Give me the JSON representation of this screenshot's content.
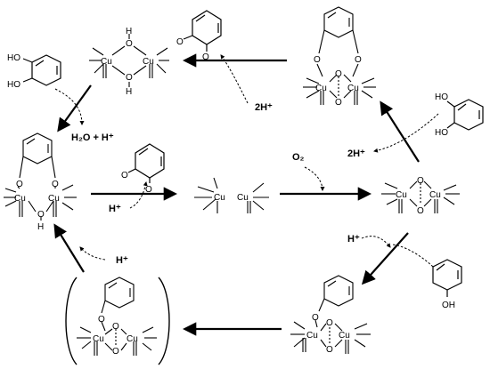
{
  "scheme": {
    "catalyst": {
      "cu_left": "Cu",
      "cu_right": "Cu"
    },
    "peroxo": {
      "cu_left": "Cu",
      "cu_right": "Cu",
      "o_top": "O",
      "o_bottom": "O"
    },
    "dihydroxo": {
      "cu_left": "Cu",
      "cu_right": "Cu",
      "o_top": "O",
      "o_bottom": "O",
      "h_top": "H",
      "h_bottom": "H"
    },
    "catecholate_peroxo": {
      "cu_left": "Cu",
      "cu_right": "Cu",
      "o_top": "O",
      "o_bottom": "O",
      "o_left": "O",
      "o_right": "O"
    },
    "catecholate_hydroxo": {
      "cu_left": "Cu",
      "cu_right": "Cu",
      "o_left": "O",
      "o_right": "O",
      "o_bridge": "O",
      "h_bridge": "H"
    },
    "phenolate_peroxo": {
      "cu_left": "Cu",
      "cu_right": "Cu",
      "o_top": "O",
      "o_bottom": "O",
      "o_phenol": "O"
    },
    "bracket_intermediate": {
      "cu_left": "Cu",
      "cu_right": "Cu",
      "o_top": "O",
      "o_bottom": "O",
      "o_phenyl": "O"
    },
    "quinone_top": {
      "o1": "O",
      "o2": "O"
    },
    "quinone_mid": {
      "o1": "O",
      "o2": "O"
    },
    "catechol_left": {
      "oh1": "HO",
      "oh2": "HO"
    },
    "catechol_right": {
      "oh1": "HO",
      "oh2": "HO"
    },
    "phenol": {
      "oh": "OH"
    },
    "labels": {
      "two_h_top": "2H⁺",
      "two_h_right": "2H⁺",
      "water_h": "H₂O + H⁺",
      "o2": "O₂",
      "h_mid": "H⁺",
      "h_right": "H⁺",
      "h_left": "H⁺"
    }
  },
  "colors": {
    "ink": "#000000",
    "background": "#ffffff"
  }
}
